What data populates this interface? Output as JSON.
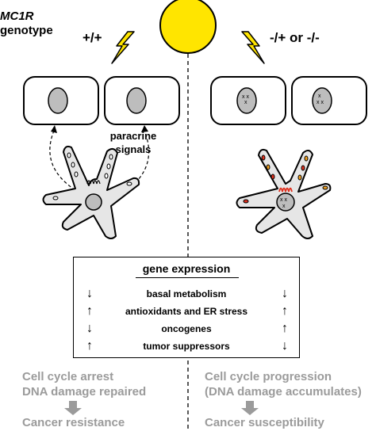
{
  "genotype_label": {
    "line1": "MC1R",
    "line2": "genotype"
  },
  "left_genotype": "+/+",
  "right_genotype": "-/+ or -/-",
  "paracrine": {
    "line1": "paracrine",
    "line2": "signals"
  },
  "gene_expression": {
    "title": "gene expression",
    "rows": [
      {
        "label": "basal metabolism",
        "left_arrow": "↓",
        "right_arrow": "↓"
      },
      {
        "label": "antioxidants and ER stress",
        "left_arrow": "↑",
        "right_arrow": "↑"
      },
      {
        "label": "oncogenes",
        "left_arrow": "↓",
        "right_arrow": "↑"
      },
      {
        "label": "tumor suppressors",
        "left_arrow": "↑",
        "right_arrow": "↓"
      }
    ]
  },
  "left_outcome": {
    "line1": "Cell cycle arrest",
    "line2": "DNA damage repaired",
    "result": "Cancer resistance"
  },
  "right_outcome": {
    "line1": "Cell cycle progression",
    "line2": "(DNA damage accumulates)",
    "result": "Cancer susceptibility"
  },
  "colors": {
    "sun": "#FFE500",
    "cell_fill": "#E6E6E6",
    "nucleus": "#BDBDBD",
    "outcome_text": "#9B9B9B",
    "red_melanin": "#E0301E",
    "orange_granule": "#F0A020"
  }
}
